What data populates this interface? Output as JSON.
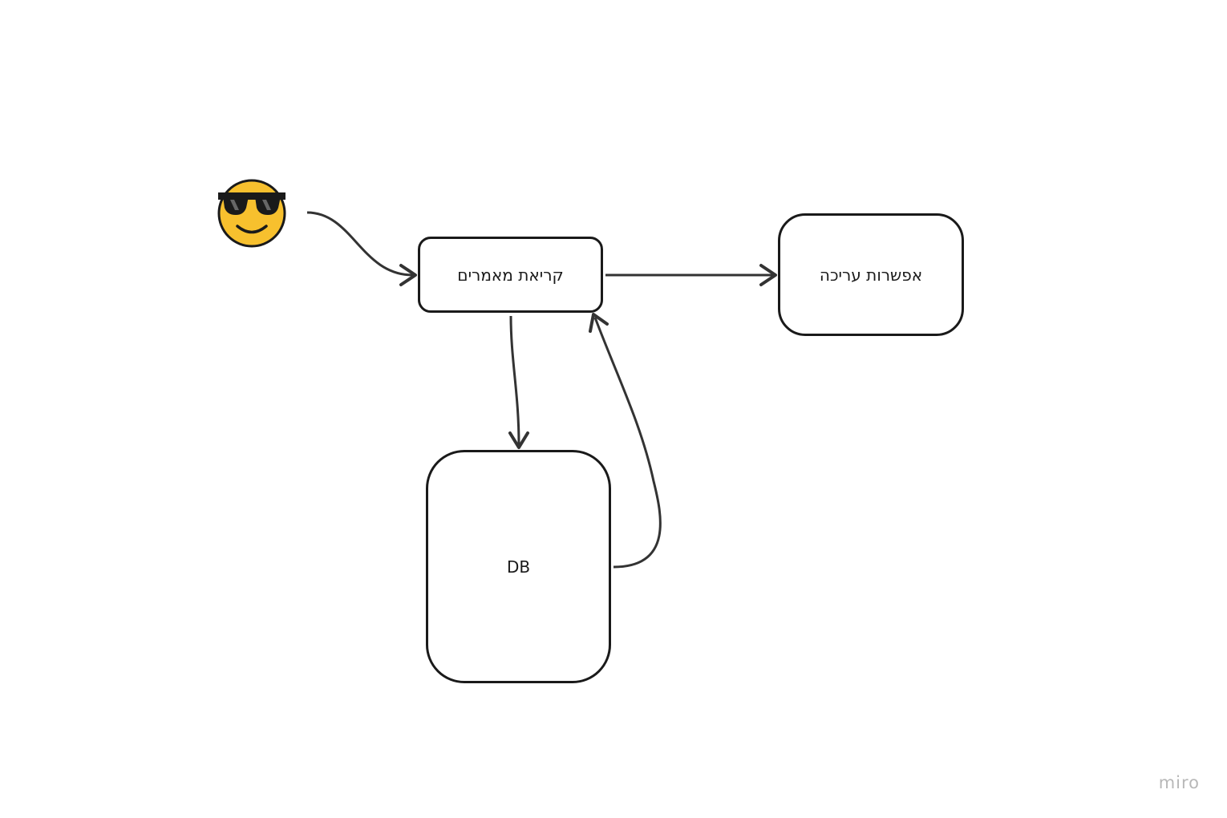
{
  "diagram": {
    "nodes": {
      "articles": {
        "label": "קריאת מאמרים"
      },
      "edit": {
        "label": "אפשרות עריכה"
      },
      "db": {
        "label": "DB"
      }
    },
    "user_icon": "smiling-face-with-sunglasses-icon",
    "edges": [
      {
        "from": "user",
        "to": "articles"
      },
      {
        "from": "articles",
        "to": "edit"
      },
      {
        "from": "articles",
        "to": "db"
      },
      {
        "from": "db",
        "to": "articles"
      }
    ],
    "colors": {
      "stroke": "#1a1a1a",
      "arrow": "#333333",
      "emoji_face": "#F7C02E",
      "watermark": "#b8b8b8"
    }
  },
  "watermark": {
    "text": "miro"
  }
}
